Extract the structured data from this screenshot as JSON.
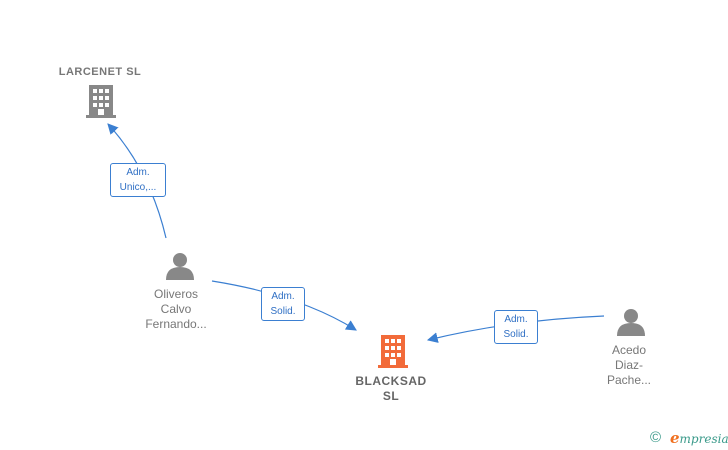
{
  "colors": {
    "edge": "#3b7fd1",
    "company_icon": "#888888",
    "main_company_icon": "#f26b3a",
    "person_icon": "#888888"
  },
  "nodes": {
    "larcenet": {
      "label": "LARCENET  SL",
      "icon": "building-icon"
    },
    "blacksad": {
      "label_line1": "BLACKSAD",
      "label_line2": "SL",
      "icon": "building-icon"
    },
    "oliveros": {
      "line1": "Oliveros",
      "line2": "Calvo",
      "line3": "Fernando...",
      "icon": "person-icon"
    },
    "acedo": {
      "line1": "Acedo",
      "line2": "Diaz-",
      "line3": "Pache...",
      "icon": "person-icon"
    }
  },
  "edges": {
    "oliveros_larcenet": {
      "line1": "Adm.",
      "line2": "Unico,..."
    },
    "oliveros_blacksad": {
      "line1": "Adm.",
      "line2": "Solid."
    },
    "acedo_blacksad": {
      "line1": "Adm.",
      "line2": "Solid."
    }
  },
  "footer": {
    "copyright": "©",
    "brand_initial": "e",
    "brand_rest": "mpresia"
  }
}
